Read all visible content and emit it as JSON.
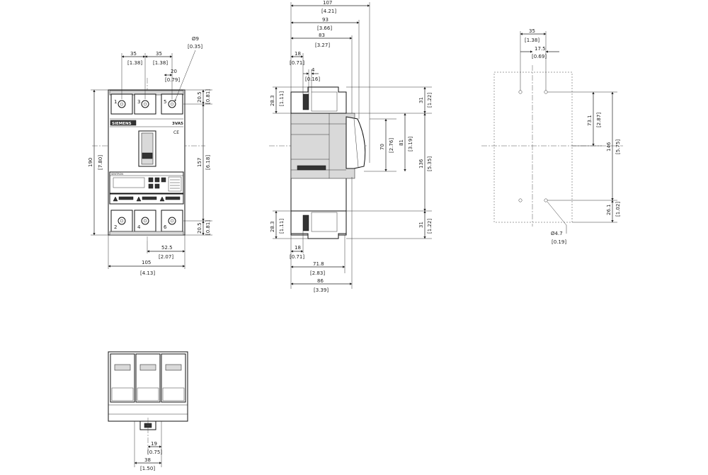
{
  "front_view": {
    "dims": {
      "pitch_left": "35",
      "pitch_left_in": "[1.38]",
      "pitch_right": "35",
      "pitch_right_in": "[1.38]",
      "hole_dia": "Ø9",
      "hole_dia_in": "[0.35]",
      "offset_20": "20",
      "offset_20_in": "[0.79]",
      "top_20_5": "20.5",
      "top_20_5_in": "[0.81]",
      "height_190": "190",
      "height_190_in": "[7.80]",
      "height_157": "157",
      "height_157_in": "[6.18]",
      "bottom_20_5": "20.5",
      "bottom_20_5_in": "[0.81]",
      "half_width": "52.5",
      "half_width_in": "[2.07]",
      "width": "105",
      "width_in": "[4.13]"
    },
    "labels": {
      "brand": "SIEMENS",
      "model": "3VA5",
      "terminal_1": "1",
      "terminal_3": "3",
      "terminal_5": "5",
      "terminal_2": "2",
      "terminal_4": "4",
      "terminal_6": "6",
      "sentron": "SENTRON"
    }
  },
  "side_view": {
    "dims": {
      "overall_107": "107",
      "overall_107_in": "[4.21]",
      "d93": "93",
      "d93_in": "[3.66]",
      "d83": "83",
      "d83_in": "[3.27]",
      "d18_top": "18",
      "d18_top_in": "[0.71]",
      "d4": "4",
      "d4_in": "[0.16]",
      "d28_3_top": "28.3",
      "d28_3_top_in": "[1.11]",
      "d31_top": "31",
      "d31_top_in": "[1.22]",
      "d70": "70",
      "d70_in": "[2.76]",
      "d81": "81",
      "d81_in": "[3.19]",
      "d136": "136",
      "d136_in": "[5.35]",
      "d28_3_bot": "28.3",
      "d28_3_bot_in": "[1.11]",
      "d31_bot": "31",
      "d31_bot_in": "[1.22]",
      "d18_bot": "18",
      "d18_bot_in": "[0.71]",
      "d71_8": "71.8",
      "d71_8_in": "[2.83]",
      "d86": "86",
      "d86_in": "[3.39]"
    }
  },
  "drill_view": {
    "dims": {
      "d35": "35",
      "d35_in": "[1.38]",
      "d17_5": "17.5",
      "d17_5_in": "[0.69]",
      "d73_1": "73.1",
      "d73_1_in": "[2.87]",
      "d146": "146",
      "d146_in": "[5.75]",
      "d26_1": "26.1",
      "d26_1_in": "[1.02]",
      "hole": "Ø4.7",
      "hole_in": "[0.19]"
    }
  },
  "bottom_view": {
    "dims": {
      "d19": "19",
      "d19_in": "[0.75]",
      "d38": "38",
      "d38_in": "[1.50]"
    }
  }
}
